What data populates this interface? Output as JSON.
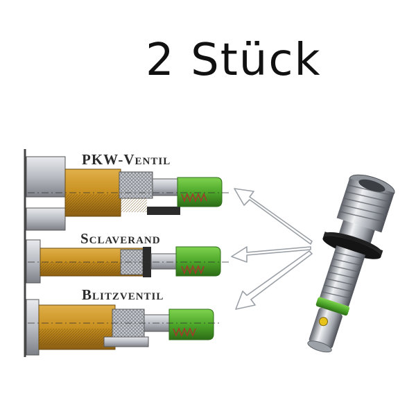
{
  "headline": "2 Stück",
  "valve_labels": {
    "pkw": "PKW-Ventil",
    "sclaverand": "Sclaverand",
    "blitz": "Blitzventil"
  },
  "colors": {
    "brass": "#c8901f",
    "brass_dark": "#8a5d12",
    "cap_green": "#4ea82a",
    "nut_gray": "#b9bcc2",
    "spring_red": "#a33a2a",
    "o_ring": "#1f1f1f"
  },
  "icons": [
    "valve-core-photo",
    "arrow-icon"
  ]
}
